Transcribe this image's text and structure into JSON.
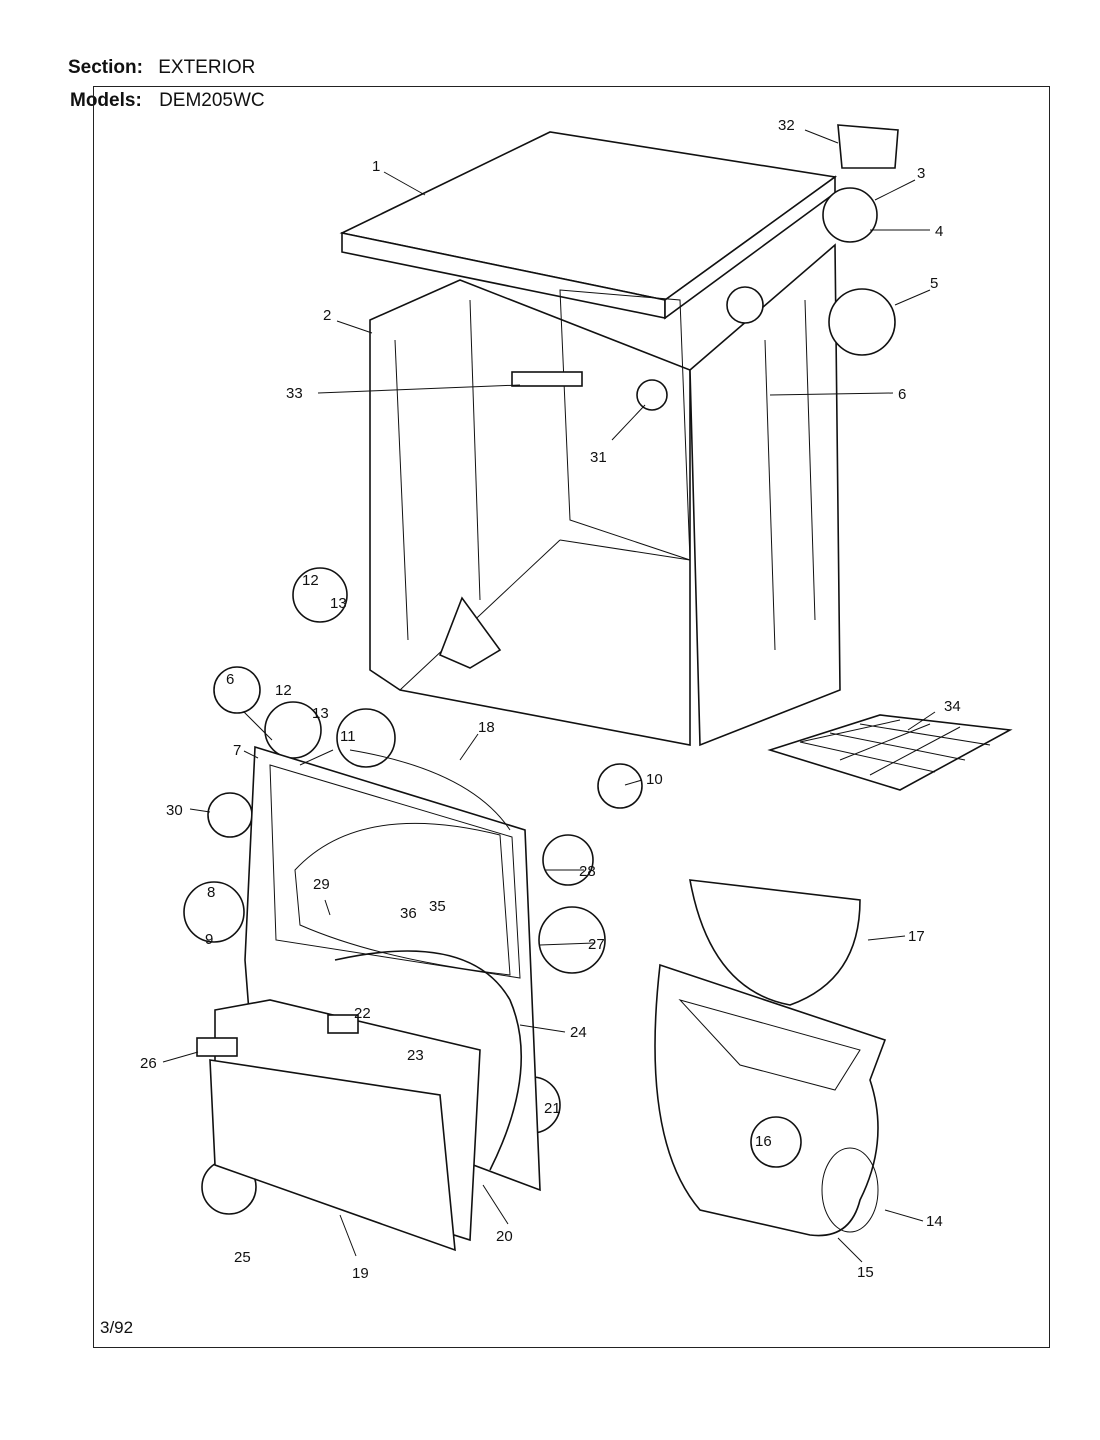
{
  "header": {
    "section_label": "Section:",
    "section_value": "EXTERIOR",
    "models_label": "Models:",
    "models_value": "DEM205WC"
  },
  "footer": {
    "date": "3/92"
  },
  "callouts": [
    {
      "id": "1",
      "text": "1"
    },
    {
      "id": "2",
      "text": "2"
    },
    {
      "id": "3",
      "text": "3"
    },
    {
      "id": "4",
      "text": "4"
    },
    {
      "id": "5",
      "text": "5"
    },
    {
      "id": "6a",
      "text": "6"
    },
    {
      "id": "6b",
      "text": "6"
    },
    {
      "id": "7",
      "text": "7"
    },
    {
      "id": "8",
      "text": "8"
    },
    {
      "id": "9",
      "text": "9"
    },
    {
      "id": "10",
      "text": "10"
    },
    {
      "id": "11",
      "text": "11"
    },
    {
      "id": "12a",
      "text": "12"
    },
    {
      "id": "13a",
      "text": "13"
    },
    {
      "id": "12b",
      "text": "12"
    },
    {
      "id": "13b",
      "text": "13"
    },
    {
      "id": "14",
      "text": "14"
    },
    {
      "id": "15",
      "text": "15"
    },
    {
      "id": "16",
      "text": "16"
    },
    {
      "id": "17",
      "text": "17"
    },
    {
      "id": "18",
      "text": "18"
    },
    {
      "id": "19",
      "text": "19"
    },
    {
      "id": "20",
      "text": "20"
    },
    {
      "id": "21",
      "text": "21"
    },
    {
      "id": "22",
      "text": "22"
    },
    {
      "id": "23",
      "text": "23"
    },
    {
      "id": "24",
      "text": "24"
    },
    {
      "id": "25",
      "text": "25"
    },
    {
      "id": "26",
      "text": "26"
    },
    {
      "id": "27",
      "text": "27"
    },
    {
      "id": "28",
      "text": "28"
    },
    {
      "id": "29",
      "text": "29"
    },
    {
      "id": "30",
      "text": "30"
    },
    {
      "id": "31",
      "text": "31"
    },
    {
      "id": "32",
      "text": "32"
    },
    {
      "id": "33",
      "text": "33"
    },
    {
      "id": "34",
      "text": "34"
    },
    {
      "id": "35",
      "text": "35"
    },
    {
      "id": "36",
      "text": "36"
    }
  ]
}
